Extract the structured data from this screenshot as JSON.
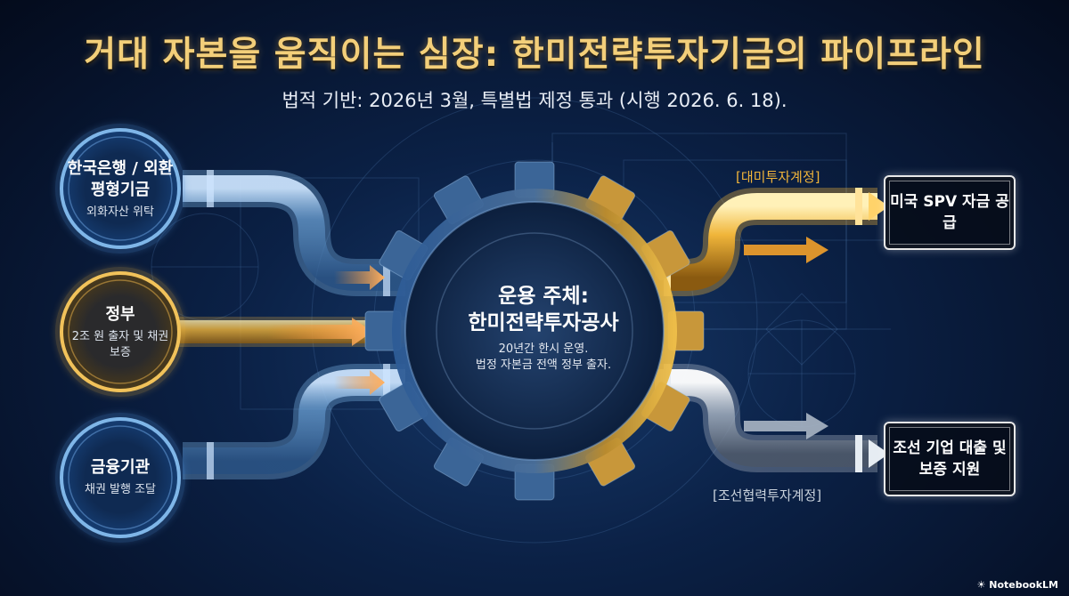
{
  "title": "거대 자본을 움직이는 심장: 한미전략투자기금의 파이프라인",
  "subtitle": "법적 기반: 2026년 3월, 특별법 제정 통과 (시행 2026. 6. 18).",
  "sources": [
    {
      "title": "한국은행 / 외환평형기금",
      "sub": "외화자산 위탁"
    },
    {
      "title": "정부",
      "sub": "2조 원 출자 및 채권 보증"
    },
    {
      "title": "금융기관",
      "sub": "채권 발행 조달"
    }
  ],
  "center": {
    "title_line1": "운용 주체:",
    "title_line2": "한미전략투자공사",
    "sub_line1": "20년간 한시 운영.",
    "sub_line2": "법정 자본금 전액 정부 출자."
  },
  "accounts": {
    "top_label": "[대미투자계정]",
    "bottom_label": "[조선협력투자계정]"
  },
  "outputs": {
    "top": "미국 SPV 자금 공급",
    "bottom": "조선 기업 대출 및 보증 지원"
  },
  "footer": "NotebookLM",
  "colors": {
    "title": "#f3cf7a",
    "gold": "#f1b53a",
    "arrow_orange": "#f08a2a",
    "pipe_blue": "#7fb6e8",
    "pipe_silver": "#c9d2dc"
  }
}
